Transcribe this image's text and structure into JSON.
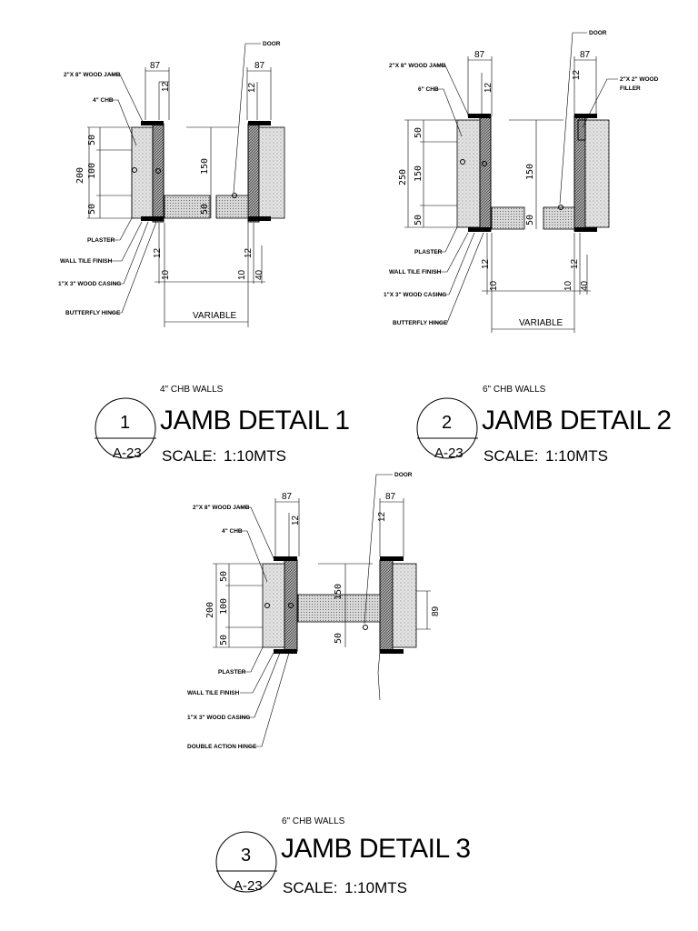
{
  "details": [
    {
      "number": "1",
      "sheet": "A-23",
      "subtitle": "4\" CHB WALLS",
      "title": "JAMB DETAIL 1",
      "scale_label": "SCALE:",
      "scale_value": "1:10MTS",
      "labels": {
        "jamb": "2\"X 8\" WOOD JAMB",
        "chb": "4\" CHB",
        "door": "DOOR",
        "plaster": "PLASTER",
        "tile": "WALL TILE FINISH",
        "casing": "1\"X 3\" WOOD CASING",
        "hinge": "BUTTERFLY HINGE"
      },
      "dims": {
        "top_left": "87",
        "top_left_small": "12",
        "top_right": "87",
        "top_right_small": "12",
        "overall": "200",
        "upper": "50",
        "middle": "100",
        "lower": "50",
        "door_total": "150",
        "door_thk": "50",
        "bot_left_small": "12",
        "bot_left": "10",
        "bot_right_small": "12",
        "bot_right": "10",
        "bot_right_b": "40",
        "variable": "VARIABLE"
      }
    },
    {
      "number": "2",
      "sheet": "A-23",
      "subtitle": "6\" CHB WALLS",
      "title": "JAMB DETAIL 2",
      "scale_label": "SCALE:",
      "scale_value": "1:10MTS",
      "labels": {
        "jamb": "2\"X 8\" WOOD JAMB",
        "chb": "6\" CHB",
        "door": "DOOR",
        "filler": "2\"X 2\" WOOD",
        "filler2": "FILLER",
        "plaster": "PLASTER",
        "tile": "WALL TILE FINISH",
        "casing": "1\"X 3\" WOOD CASING",
        "hinge": "BUTTERFLY HINGE"
      },
      "dims": {
        "top_left": "87",
        "top_left_small": "12",
        "top_right": "87",
        "top_right_small": "12",
        "overall": "250",
        "upper": "50",
        "middle": "150",
        "lower": "50",
        "door_total": "150",
        "door_thk": "50",
        "bot_left_small": "12",
        "bot_left": "10",
        "bot_right_small": "12",
        "bot_right": "10",
        "bot_right_b": "40",
        "variable": "VARIABLE"
      }
    },
    {
      "number": "3",
      "sheet": "A-23",
      "subtitle": "6\" CHB WALLS",
      "title": "JAMB DETAIL 3",
      "scale_label": "SCALE:",
      "scale_value": "1:10MTS",
      "labels": {
        "jamb": "2\"X 8\" WOOD JAMB",
        "chb": "4\" CHB",
        "door": "DOOR",
        "plaster": "PLASTER",
        "tile": "WALL TILE FINISH",
        "casing": "1\"X 3\" WOOD CASING",
        "hinge": "DOUBLE ACTION HINGE"
      },
      "dims": {
        "top_left": "87",
        "top_left_small": "12",
        "top_right": "87",
        "top_right_small": "12",
        "overall": "200",
        "upper": "50",
        "middle": "100",
        "lower": "50",
        "door_total": "150",
        "door_thk": "50",
        "right_wall": "89"
      }
    }
  ]
}
